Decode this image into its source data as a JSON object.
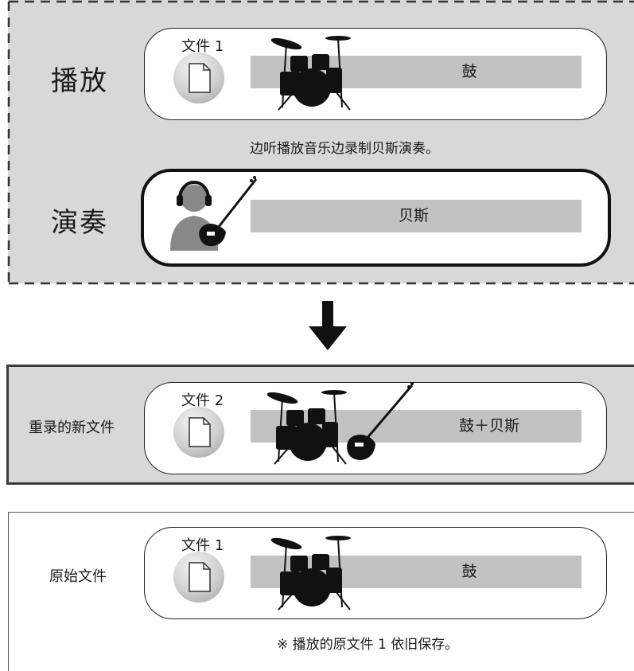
{
  "top_section": {
    "playback_label": "播放",
    "perform_label": "演奏",
    "playback_track": {
      "file_label": "文件 1",
      "bar_label": "鼓",
      "instrument_icon": "drum-kit-icon"
    },
    "perform_track": {
      "bar_label": "贝斯",
      "instrument_icon": "bass-guitar-icon",
      "performer_icon": "headphones-person-icon"
    },
    "caption": "边听播放音乐边录制贝斯演奏。"
  },
  "arrow_icon": "down-arrow-icon",
  "new_file_section": {
    "side_label": "重录的新文件",
    "file_label": "文件 2",
    "bar_label": "鼓＋贝斯"
  },
  "original_section": {
    "side_label": "原始文件",
    "file_label": "文件 1",
    "bar_label": "鼓",
    "note": "※ 播放的原文件 1 依旧保存。"
  },
  "colors": {
    "panel_grey": "#d8d8d8",
    "bar_grey": "#c2c2c2",
    "border_dark": "#222222"
  }
}
